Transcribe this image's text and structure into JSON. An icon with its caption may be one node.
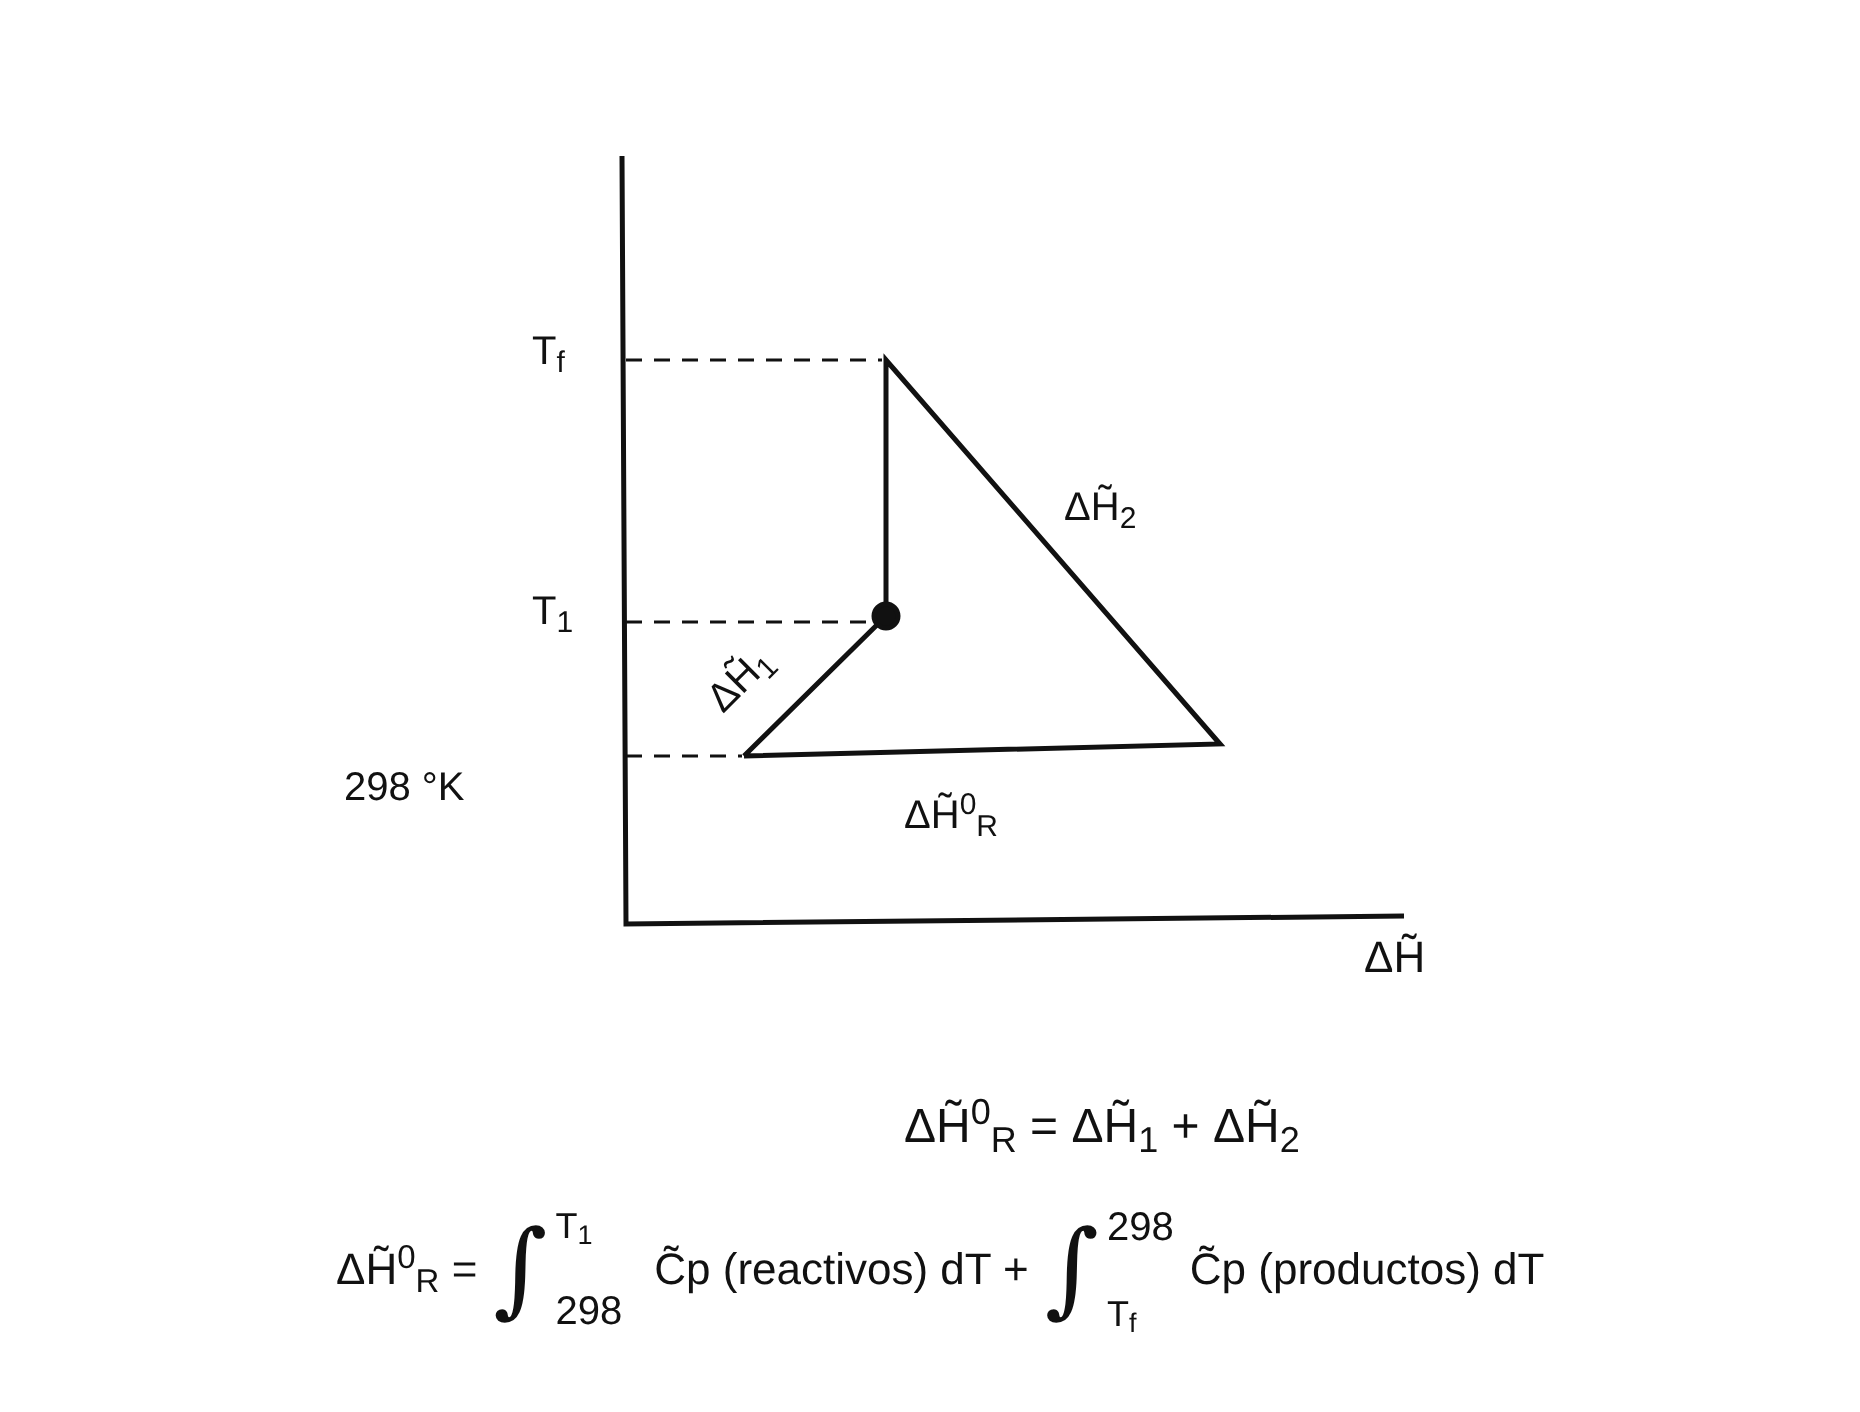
{
  "diagram": {
    "labels": [
      "T$_{f}$",
      "ΔH̃$_{2}$",
      "T$_{1}$",
      "ΔH̃$_{1}$",
      "298 °K",
      "ΔH̃$^{0}$$_{R}$",
      "ΔH̃",
      "ΔH̃$^{0}$$_{R}$ = ΔH̃$_{1}$ + ΔH̃$_{2}$",
      "ΔH̃$^{0}$$_{R}$ =",
      "∫",
      "T$_{1}$",
      "298",
      "C̃p (reactivos) dT +",
      "∫",
      "298",
      "T$_{f}$",
      "C̃p (productos) dT"
    ]
  }
}
